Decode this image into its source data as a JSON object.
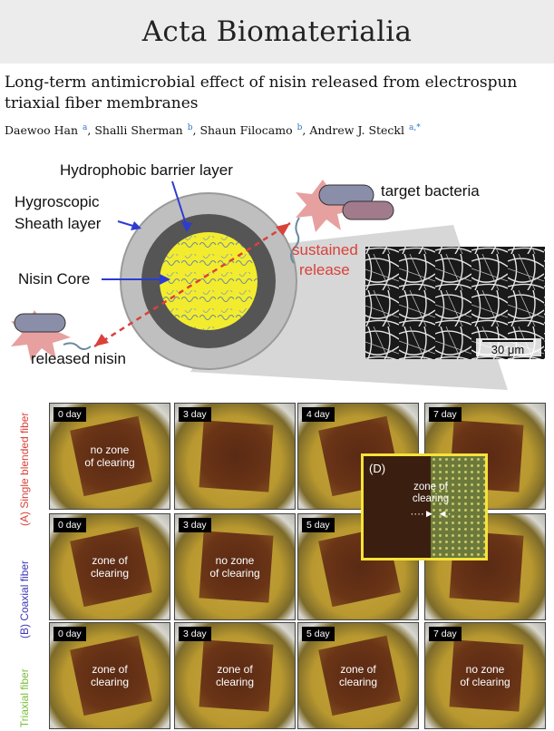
{
  "journal": "Acta Biomaterialia",
  "article_title": "Long-term antimicrobial effect of nisin released from electrospun triaxial fiber membranes",
  "authors": [
    {
      "name": "Daewoo Han",
      "aff": "a"
    },
    {
      "name": "Shalli Sherman",
      "aff": "b"
    },
    {
      "name": "Shaun Filocamo",
      "aff": "b"
    },
    {
      "name": "Andrew J. Steckl",
      "aff": "a,*"
    }
  ],
  "diagram": {
    "barrier_label": "Hydrophobic barrier layer",
    "sheath_label": [
      "Hygroscopic",
      "Sheath layer"
    ],
    "core_label": "Nisin Core",
    "bacteria_label": "target bacteria",
    "release_label": [
      "sustained",
      "release"
    ],
    "released_label": "released nisin",
    "scale_label": "30 μm"
  },
  "rows": [
    {
      "label_prefix": "(A) ",
      "label": "Single blended fiber",
      "color": "#d9423a",
      "plates": [
        {
          "day": "0 day",
          "text": [
            "no zone",
            "of clearing"
          ]
        },
        {
          "day": "3 day",
          "text": []
        },
        {
          "day": "4 day",
          "text": []
        },
        {
          "day": "7 day",
          "text": []
        }
      ]
    },
    {
      "label_prefix": "(B) ",
      "label": "Coaxial fiber",
      "color": "#3d3ab8",
      "plates": [
        {
          "day": "0 day",
          "text": [
            "zone of",
            "clearing"
          ]
        },
        {
          "day": "3 day",
          "text": [
            "no zone",
            "of clearing"
          ]
        },
        {
          "day": "5 day",
          "text": []
        },
        {
          "day": "",
          "text": []
        }
      ]
    },
    {
      "label_prefix": "(C) ",
      "label": "Triaxial fiber",
      "color": "#7bbf3a",
      "plates": [
        {
          "day": "0 day",
          "text": [
            "zone of",
            "clearing"
          ]
        },
        {
          "day": "3 day",
          "text": [
            "zone of",
            "clearing"
          ]
        },
        {
          "day": "5 day",
          "text": [
            "zone of",
            "clearing"
          ]
        },
        {
          "day": "7 day",
          "text": [
            "no zone",
            "of clearing"
          ]
        }
      ]
    }
  ],
  "inset": {
    "label": "(D)",
    "text": [
      "zone of",
      "clearing"
    ]
  },
  "colors": {
    "gold": "#c8a83a",
    "dark": "#5a2a14",
    "accent": "#d9423a",
    "arrow": "#2d3bd1",
    "yellow": "#f5e33a"
  }
}
